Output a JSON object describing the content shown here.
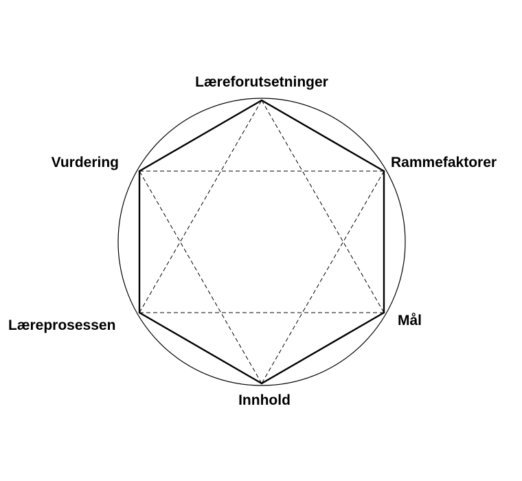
{
  "diagram": {
    "nodes": [
      {
        "id": "laereforutsetninger",
        "label": "Læreforutsetninger"
      },
      {
        "id": "rammefaktorer",
        "label": "Rammefaktorer"
      },
      {
        "id": "maal",
        "label": "Mål"
      },
      {
        "id": "innhold",
        "label": "Innhold"
      },
      {
        "id": "laereprosessen",
        "label": "Læreprosessen"
      },
      {
        "id": "vurdering",
        "label": "Vurdering"
      }
    ],
    "hexagon_edges": [
      [
        "laereforutsetninger",
        "rammefaktorer"
      ],
      [
        "rammefaktorer",
        "maal"
      ],
      [
        "maal",
        "innhold"
      ],
      [
        "innhold",
        "laereprosessen"
      ],
      [
        "laereprosessen",
        "vurdering"
      ],
      [
        "vurdering",
        "laereforutsetninger"
      ]
    ],
    "dashed_triangles": [
      [
        "laereforutsetninger",
        "maal",
        "laereprosessen"
      ],
      [
        "rammefaktorer",
        "innhold",
        "vurdering"
      ]
    ],
    "colors": {
      "stroke": "#000000",
      "background": "#ffffff",
      "text": "#000000"
    }
  }
}
